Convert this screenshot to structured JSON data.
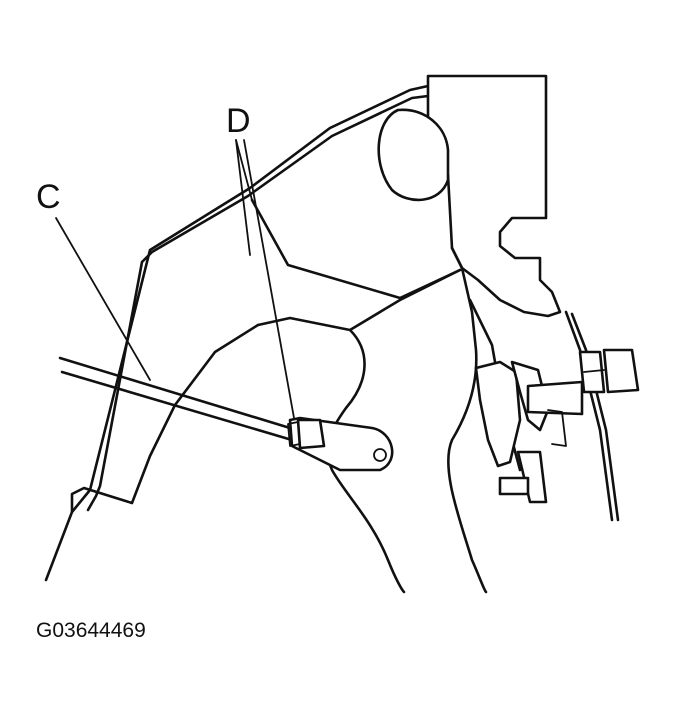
{
  "callouts": {
    "c": "C",
    "d": "D"
  },
  "figure_id": "G03644469",
  "colors": {
    "ink": "#111111",
    "background": "#ffffff"
  }
}
